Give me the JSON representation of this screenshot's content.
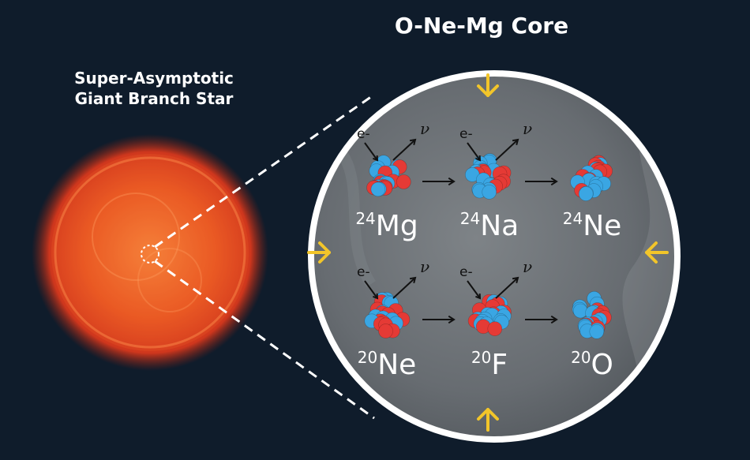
{
  "title": "O-Ne-Mg Core",
  "star_label": {
    "line1": "Super-Asymptotic",
    "line2": "Giant Branch Star"
  },
  "reactions": [
    {
      "row": 1,
      "electron": "e-",
      "neutrino": "ν",
      "steps": [
        {
          "mass": "24",
          "symbol": "Mg"
        },
        {
          "mass": "24",
          "symbol": "Na"
        },
        {
          "mass": "24",
          "symbol": "Ne"
        }
      ]
    },
    {
      "row": 2,
      "electron": "e-",
      "neutrino": "ν",
      "steps": [
        {
          "mass": "20",
          "symbol": "Ne"
        },
        {
          "mass": "20",
          "symbol": "F"
        },
        {
          "mass": "20",
          "symbol": "O"
        }
      ]
    }
  ],
  "colors": {
    "background": "#0f1c2b",
    "proton": "#e53a35",
    "neutron": "#3aa6e3",
    "compression_arrow": "#f2c52a",
    "core_fill": "#6e7378",
    "core_border": "#ffffff"
  }
}
